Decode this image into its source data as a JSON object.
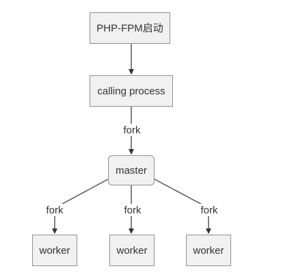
{
  "diagram": {
    "nodes": {
      "start": "PHP-FPM启动",
      "calling_process": "calling process",
      "master": "master",
      "worker_1": "worker",
      "worker_2": "worker",
      "worker_3": "worker"
    },
    "edge_labels": {
      "calling_to_master": "fork",
      "master_to_worker_1": "fork",
      "master_to_worker_2": "fork",
      "master_to_worker_3": "fork"
    }
  },
  "colors": {
    "node_fill": "#f1f1f1",
    "node_border": "#8f8f8f",
    "line": "#555555",
    "text": "#333333",
    "background": "#ffffff"
  }
}
